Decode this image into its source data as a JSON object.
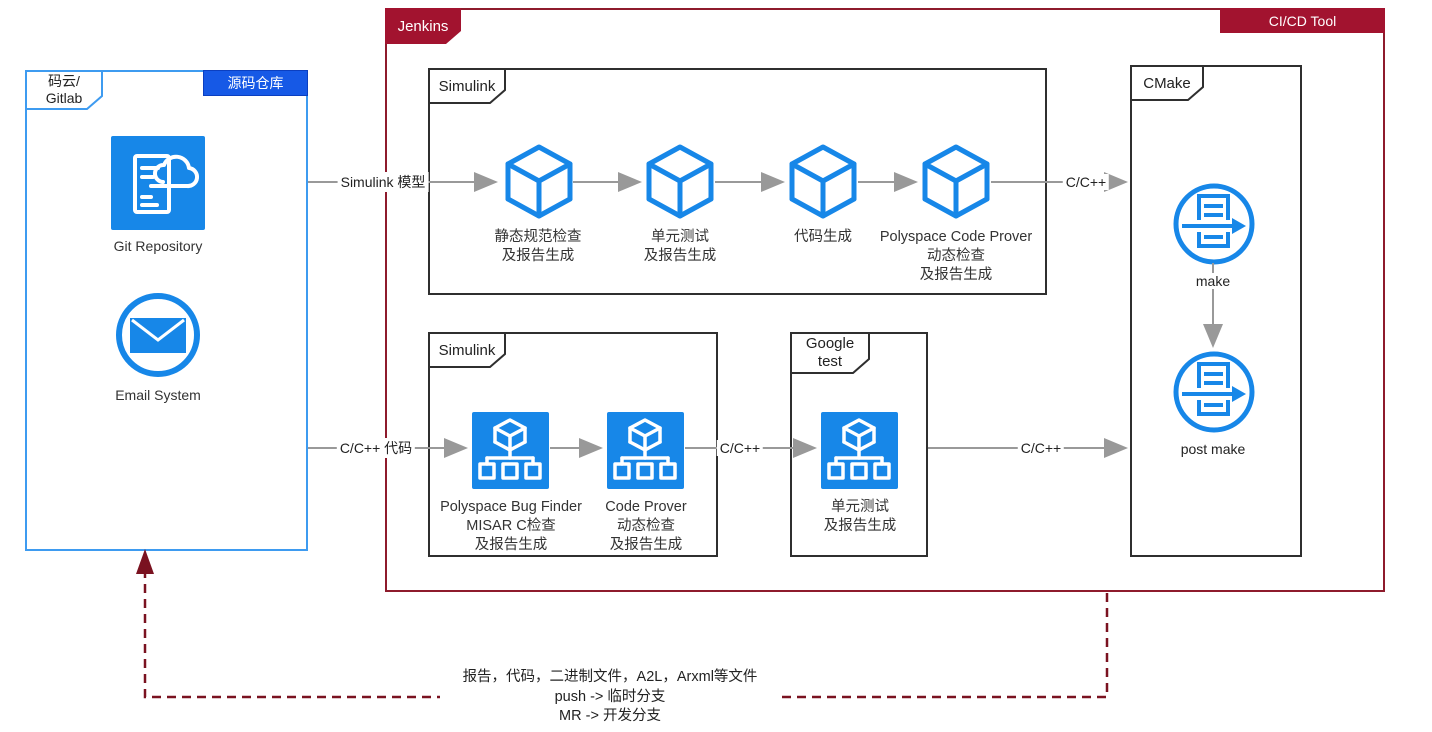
{
  "colors": {
    "icon_blue": "#1787e8",
    "repo_border_blue": "#3e9bf0",
    "tag_blue": "#1659e6",
    "jenkins_maroon": "#a2132f",
    "jenkins_border": "#8e1b2c",
    "feedback_dashed_red": "#7a1220",
    "arrow_gray": "#999999",
    "inner_box_border": "#2f2f2f"
  },
  "source_repo": {
    "tab_label": "码云/\nGitlab",
    "tag": "源码仓库",
    "git_icon": "git-repository-icon",
    "git_label": "Git Repository",
    "email_icon": "email-icon",
    "email_label": "Email System"
  },
  "jenkins": {
    "tab": "Jenkins",
    "tool_tag": "CI/CD Tool"
  },
  "simulink_top": {
    "tab": "Simulink",
    "steps": [
      {
        "icon": "cube-icon",
        "label": "静态规范检查\n及报告生成"
      },
      {
        "icon": "cube-icon",
        "label": "单元测试\n及报告生成"
      },
      {
        "icon": "cube-icon",
        "label": "代码生成"
      },
      {
        "icon": "cube-icon",
        "label": "Polyspace Code Prover\n动态检查\n及报告生成"
      }
    ]
  },
  "simulink_bottom": {
    "tab": "Simulink",
    "steps": [
      {
        "icon": "deploy-tree-icon",
        "label": "Polyspace Bug Finder\nMISAR C检查\n及报告生成"
      },
      {
        "icon": "deploy-tree-icon",
        "label": "Code Prover\n动态检查\n及报告生成"
      }
    ]
  },
  "google_test": {
    "tab_label": "Google\ntest",
    "steps": [
      {
        "icon": "deploy-tree-icon",
        "label": "单元测试\n及报告生成"
      }
    ]
  },
  "cmake": {
    "tab": "CMake",
    "make_icon": "make-process-icon",
    "make_label": "make",
    "post_make_icon": "make-process-icon",
    "post_make_label": "post make"
  },
  "arrow_labels": {
    "simulink_model": "Simulink 模型",
    "cpp_top": "C/C++",
    "cpp_code": "C/C++ 代码",
    "cpp_mid": "C/C++",
    "cpp_right": "C/C++"
  },
  "feedback": {
    "text": "报告，代码，二进制文件，A2L，Arxml等文件\npush -> 临时分支\nMR -> 开发分支"
  }
}
